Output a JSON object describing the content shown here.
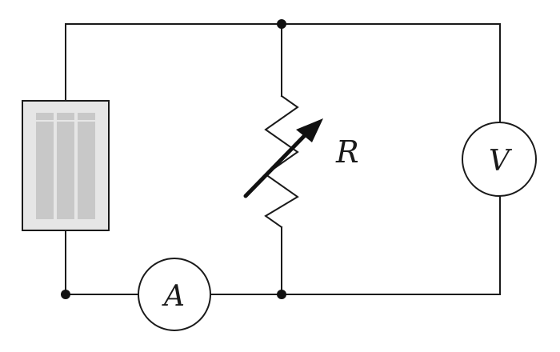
{
  "circuit": {
    "resistor_label": "R",
    "ammeter_label": "A",
    "voltmeter_label": "V"
  },
  "colors": {
    "wire": "#1a1a1a",
    "panel_frame": "#1a1a1a",
    "panel_fill": "#e6e6e6",
    "panel_cells": "#c8c8c8",
    "panel_header": "#b4b4b4"
  }
}
